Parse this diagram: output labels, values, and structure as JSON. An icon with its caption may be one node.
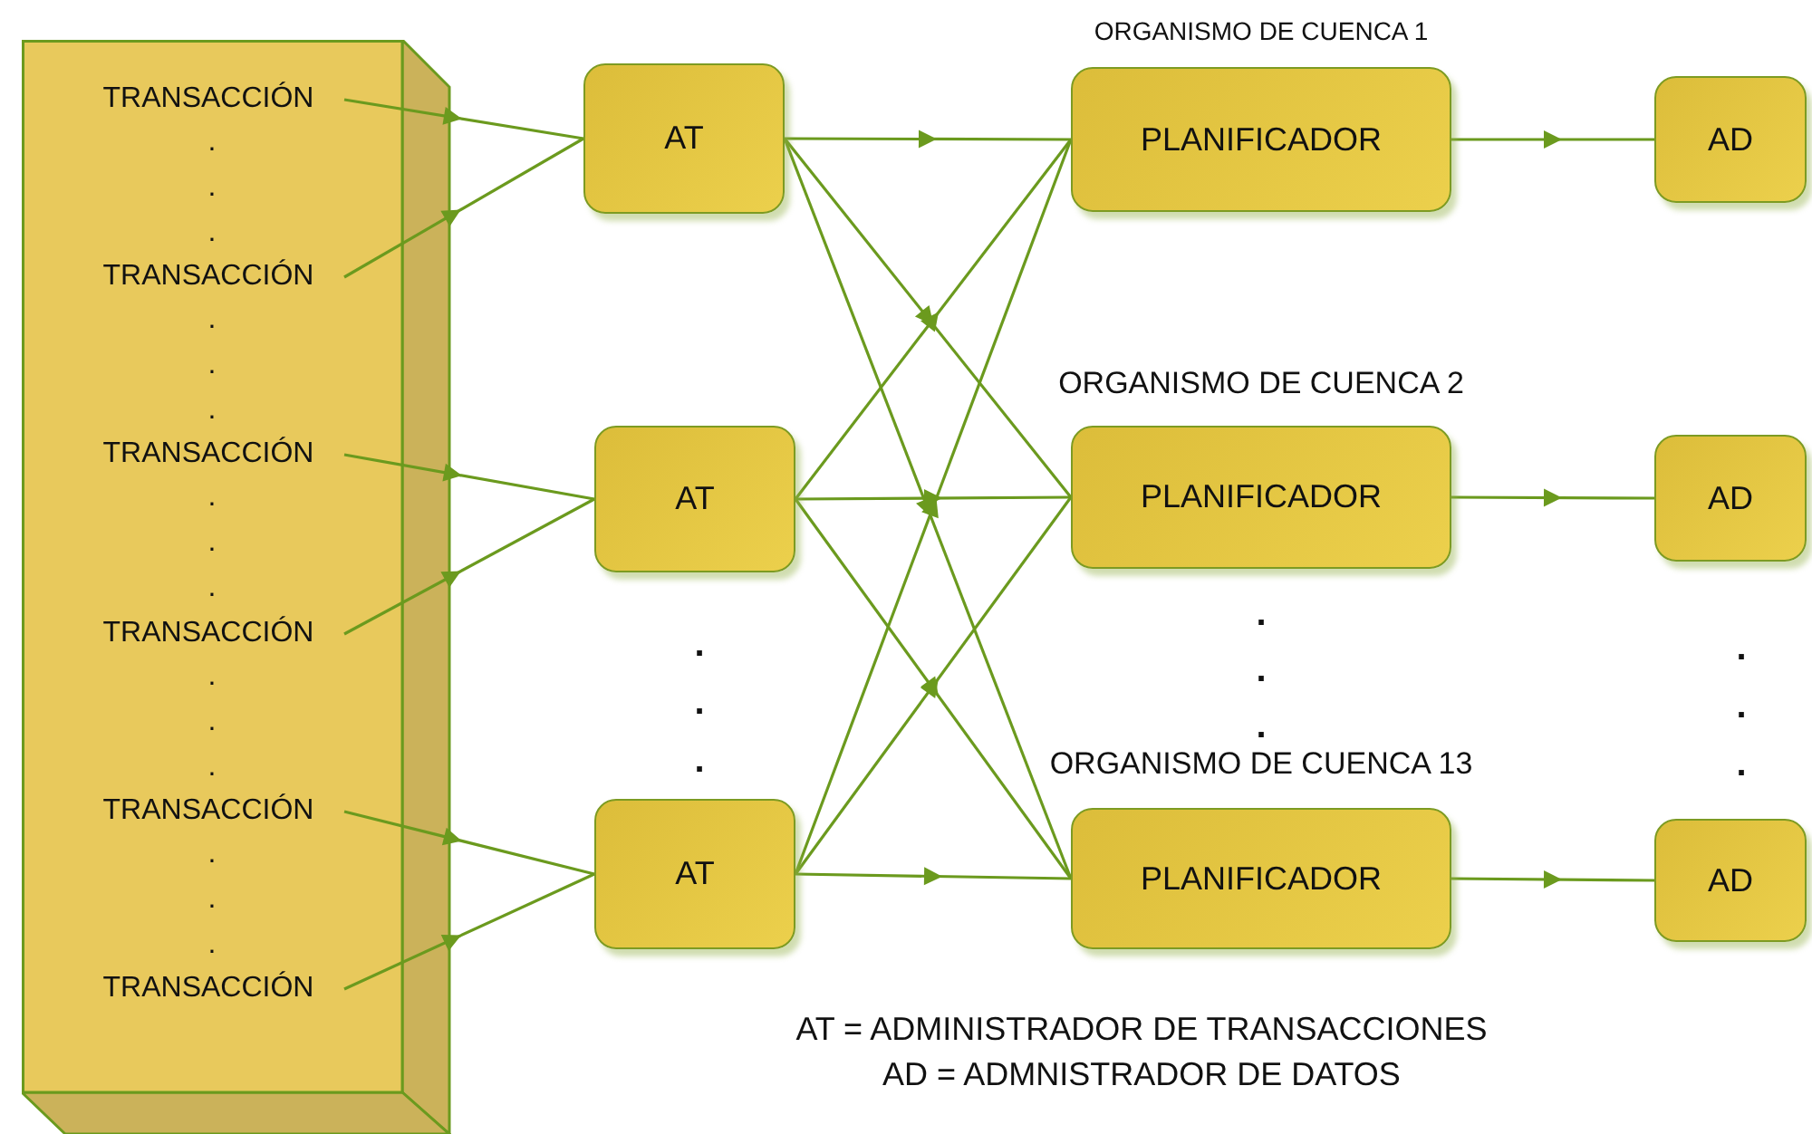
{
  "diagram": {
    "nodes": [
      {
        "text": [],
        "shape": "box"
      },
      {
        "text": [
          "TRANSACCIÓN"
        ],
        "in": 0
      },
      {
        "text": [
          "TRANSACCIÓN"
        ],
        "in": 0
      },
      {
        "text": [
          "TRANSACCIÓN"
        ],
        "in": 0
      },
      {
        "text": [
          "TRANSACCIÓN"
        ],
        "in": 0
      },
      {
        "text": [
          "TRANSACCIÓN"
        ],
        "in": 0
      },
      {
        "text": [
          "TRANSACCIÓN"
        ],
        "in": 0
      },
      {
        "text": [
          "AT"
        ]
      },
      {
        "text": [
          "AT"
        ]
      },
      {
        "text": [
          "AT"
        ]
      },
      {
        "text": [
          "ORGANISMO DE CUENCA 1",
          "PLANIFICADOR"
        ]
      },
      {
        "text": [
          "ORGANISMO DE CUENCA 2",
          "PLANIFICADOR"
        ]
      },
      {
        "text": [
          "ORGANISMO DE CUENCA 13",
          "PLANIFICADOR"
        ]
      },
      {
        "text": [
          "AD"
        ]
      },
      {
        "text": [
          "AD"
        ]
      },
      {
        "text": [
          "AD"
        ]
      }
    ],
    "edges": [
      {
        "from": 1,
        "to": 7,
        "arrow": "to"
      },
      {
        "from": 2,
        "to": 7,
        "arrow": "to"
      },
      {
        "from": 3,
        "to": 8,
        "arrow": "to"
      },
      {
        "from": 4,
        "to": 8,
        "arrow": "to"
      },
      {
        "from": 5,
        "to": 9,
        "arrow": "to"
      },
      {
        "from": 6,
        "to": 9,
        "arrow": "to"
      },
      {
        "from": 7,
        "to": 10,
        "arrow": "to"
      },
      {
        "from": 7,
        "to": 11,
        "arrow": "to"
      },
      {
        "from": 7,
        "to": 12,
        "arrow": "to"
      },
      {
        "from": 8,
        "to": 10,
        "arrow": "to"
      },
      {
        "from": 8,
        "to": 11,
        "arrow": "to"
      },
      {
        "from": 8,
        "to": 12,
        "arrow": "to"
      },
      {
        "from": 9,
        "to": 10,
        "arrow": "to"
      },
      {
        "from": 9,
        "to": 11,
        "arrow": "to"
      },
      {
        "from": 9,
        "to": 12,
        "arrow": "to"
      },
      {
        "from": 10,
        "to": 13,
        "arrow": "to"
      },
      {
        "from": 11,
        "to": 14,
        "arrow": "to"
      },
      {
        "from": 12,
        "to": 15,
        "arrow": "to"
      }
    ],
    "labels": [
      ".",
      ".",
      ".",
      ".",
      ".",
      ".",
      ".",
      ".",
      ".",
      ".",
      ".",
      ".",
      ".",
      ".",
      ".",
      ".",
      ".",
      ".",
      ".",
      ".",
      ".",
      ".",
      ".",
      ".",
      "AT = ADMINISTRADOR DE TRANSACCIONES",
      "AD = ADMNISTRADOR DE DATOS"
    ]
  }
}
